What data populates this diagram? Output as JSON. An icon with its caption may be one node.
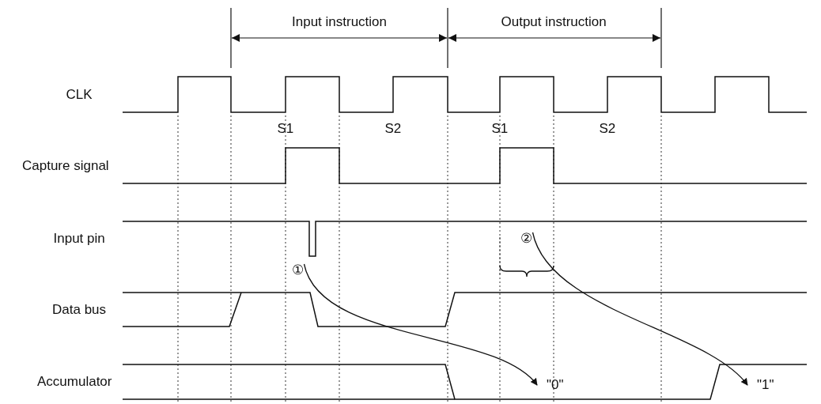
{
  "diagram": {
    "nodes": [
      {
        "text": [
          "①"
        ]
      },
      {
        "text": [
          "\"0\""
        ]
      },
      {
        "text": [
          "②"
        ]
      },
      {
        "text": [
          "\"1\""
        ]
      }
    ],
    "edges": [
      {
        "from": 0,
        "to": 1,
        "arrow": "to"
      },
      {
        "from": 2,
        "to": 3,
        "arrow": "to"
      }
    ],
    "labels": [
      "Input instruction",
      "Output instruction",
      "CLK",
      "S1",
      "S2",
      "S1",
      "S2",
      "Capture signal",
      "Input pin",
      "Data bus",
      "Accumulator"
    ]
  }
}
